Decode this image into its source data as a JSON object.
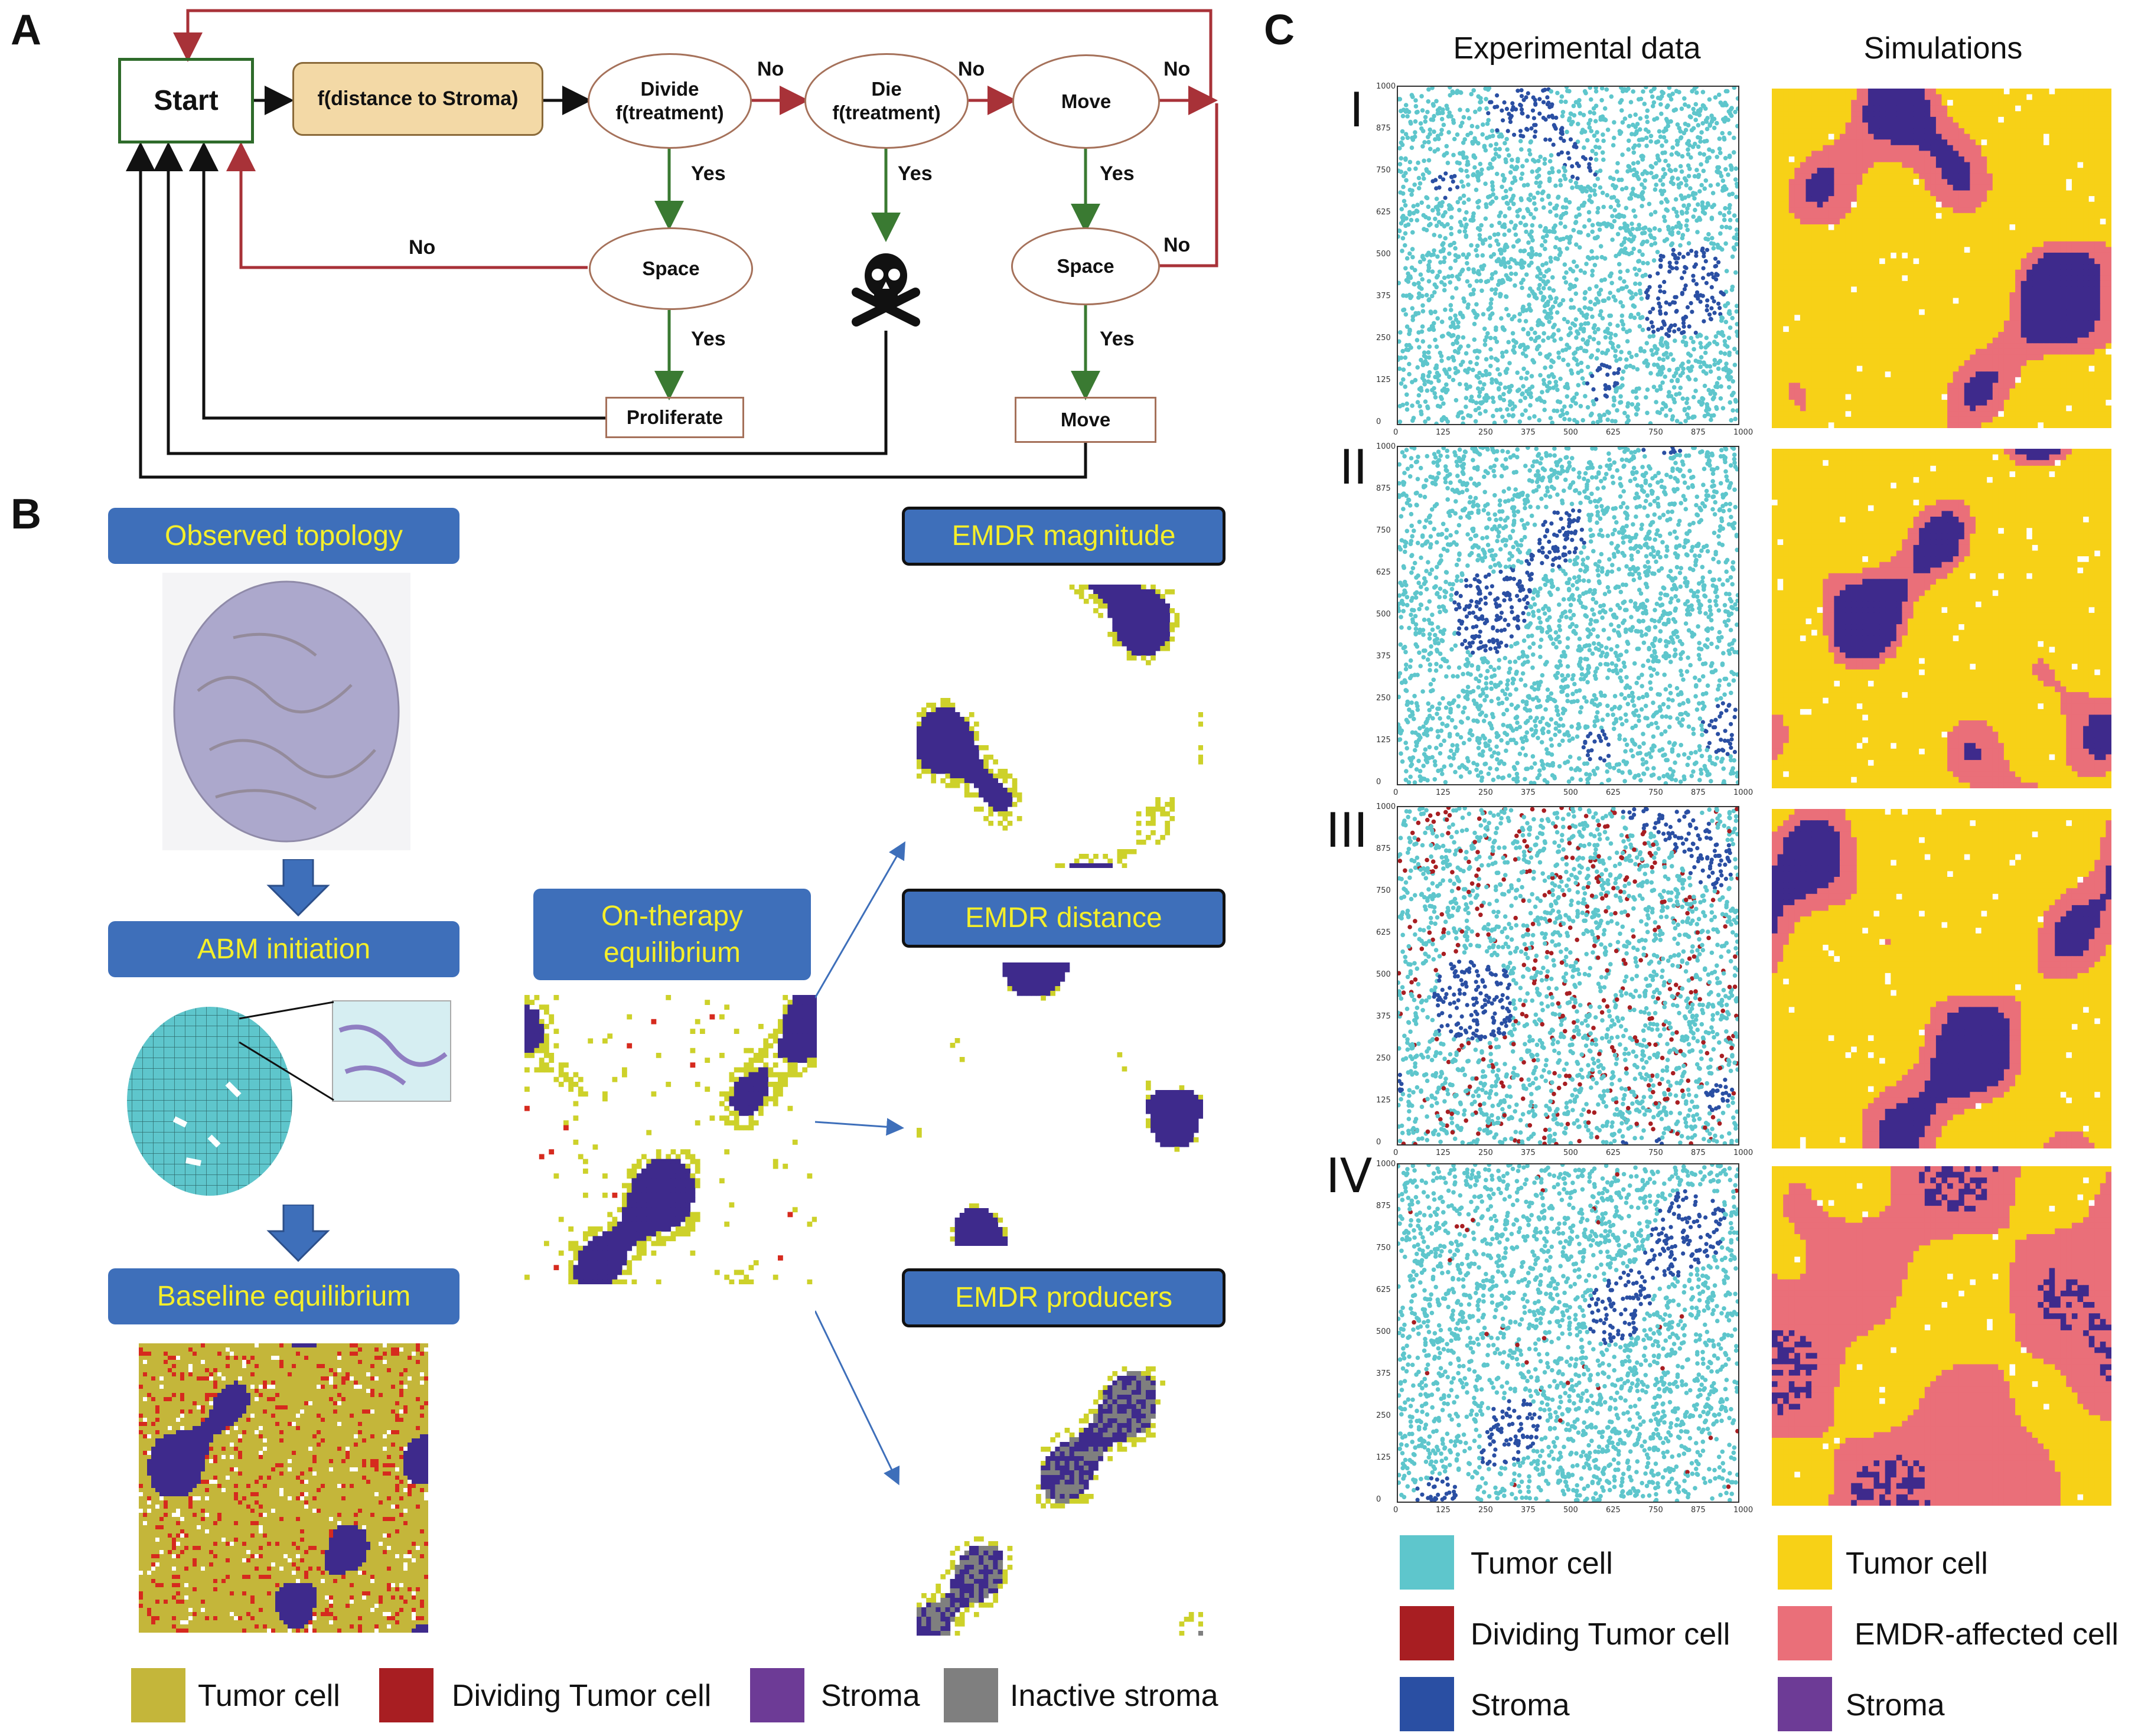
{
  "panels": {
    "a": "A",
    "b": "B",
    "c": "C"
  },
  "flow": {
    "start": "Start",
    "stroma": "f(distance to Stroma)",
    "divide": [
      "Divide",
      "f(treatment)"
    ],
    "die": [
      "Die",
      "f(treatment)"
    ],
    "move": "Move",
    "space1": "Space",
    "space2": "Space",
    "proliferate": "Proliferate",
    "move_box": "Move",
    "yes": "Yes",
    "no": "No",
    "skull_icon": "skull-crossbones-icon"
  },
  "panel_b": {
    "observed": "Observed topology",
    "abm": "ABM initiation",
    "baseline": "Baseline equilibrium",
    "ontherapy": [
      "On-therapy",
      "equilibrium"
    ],
    "magnitude": "EMDR magnitude",
    "distance": "EMDR distance",
    "producers": "EMDR producers",
    "legend": [
      {
        "label": "Tumor cell",
        "color": "#c4b63a"
      },
      {
        "label": "Dividing Tumor cell",
        "color": "#a81e22"
      },
      {
        "label": "Stroma",
        "color": "#6d3b96"
      },
      {
        "label": "Inactive stroma",
        "color": "#7f7f7f"
      }
    ]
  },
  "panel_c": {
    "col_exp": "Experimental data",
    "col_sim": "Simulations",
    "rows": [
      "I",
      "II",
      "III",
      "IV"
    ],
    "ticks": [
      "0",
      "125",
      "250",
      "375",
      "500",
      "625",
      "750",
      "875",
      "1000"
    ],
    "ticks_y": [
      "1000",
      "875",
      "750",
      "625",
      "500",
      "375",
      "250",
      "125",
      "0"
    ],
    "legend_exp": [
      {
        "label": "Tumor cell",
        "color": "#5ec6cc"
      },
      {
        "label": "Dividing Tumor cell",
        "color": "#a81e22"
      },
      {
        "label": "Stroma",
        "color": "#2a4fa3"
      }
    ],
    "legend_sim": [
      {
        "label": "Tumor cell",
        "color": "#f7d117"
      },
      {
        "label": "EMDR-affected cell",
        "color": "#ea6f79"
      },
      {
        "label": "Stroma",
        "color": "#6d3b96"
      }
    ]
  },
  "colors": {
    "green": "#3a7a32",
    "red": "#a83238",
    "black": "#111111",
    "blue": "#3e6fba",
    "stroma": "#3e2a8c"
  }
}
